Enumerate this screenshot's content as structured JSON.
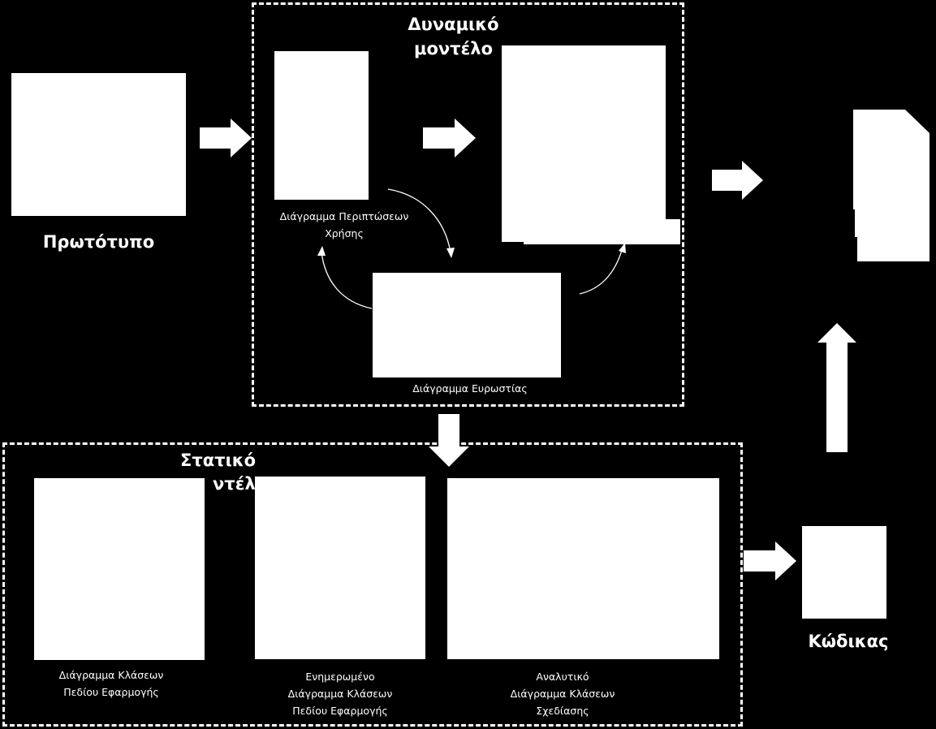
{
  "colors": {
    "background": "#000000",
    "foreground": "#ffffff"
  },
  "dynamic_model": {
    "title_line1": "Δυναμικό",
    "title_line2": "μοντέλο",
    "use_case_caption_line1": "Διάγραμμα Περιπτώσεων",
    "use_case_caption_line2": "Χρήσης",
    "robustness_caption": "Διάγραμμα Ευρωστίας"
  },
  "prototype": {
    "label": "Πρωτότυπο"
  },
  "static_model": {
    "title_line1": "Στατικό",
    "title_line2_partial": "ντέλο",
    "domain_class_caption_line1": "Διάγραμμα Κλάσεων",
    "domain_class_caption_line2": "Πεδίου Εφαρμογής",
    "updated_caption_line1": "Ενημερωμένο",
    "updated_caption_line2": "Διάγραμμα Κλάσεων",
    "updated_caption_line3": "Πεδίου Εφαρμογής",
    "detailed_caption_line1": "Αναλυτικό",
    "detailed_caption_line2": "Διάγραμμα Κλάσεων",
    "detailed_caption_line3": "Σχεδίασης"
  },
  "code": {
    "label": "Κώδικας"
  }
}
